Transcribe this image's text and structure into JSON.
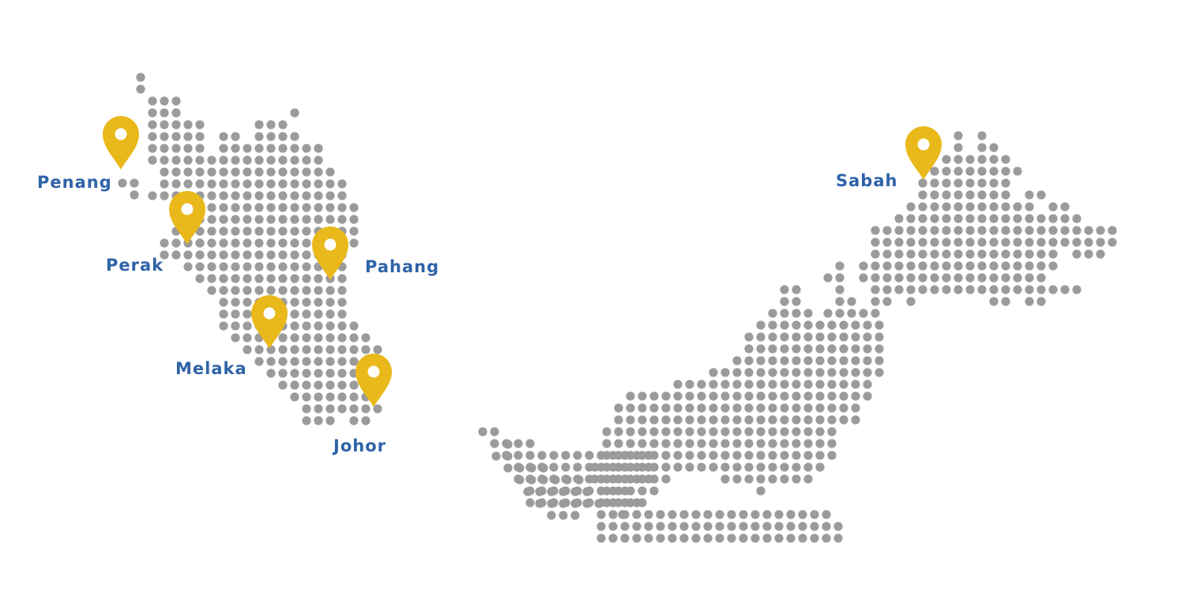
{
  "map": {
    "colors": {
      "land_dots": "#9b9b9b",
      "pin": "#e9b81a",
      "label": "#2f63a8"
    },
    "markers": [
      {
        "id": "penang",
        "label": "Penang",
        "icon": "map-pin-icon"
      },
      {
        "id": "perak",
        "label": "Perak",
        "icon": "map-pin-icon"
      },
      {
        "id": "pahang",
        "label": "Pahang",
        "icon": "map-pin-icon"
      },
      {
        "id": "melaka",
        "label": "Melaka",
        "icon": "map-pin-icon"
      },
      {
        "id": "johor",
        "label": "Johor",
        "icon": "map-pin-icon"
      },
      {
        "id": "sabah",
        "label": "Sabah",
        "icon": "map-pin-icon"
      }
    ]
  }
}
